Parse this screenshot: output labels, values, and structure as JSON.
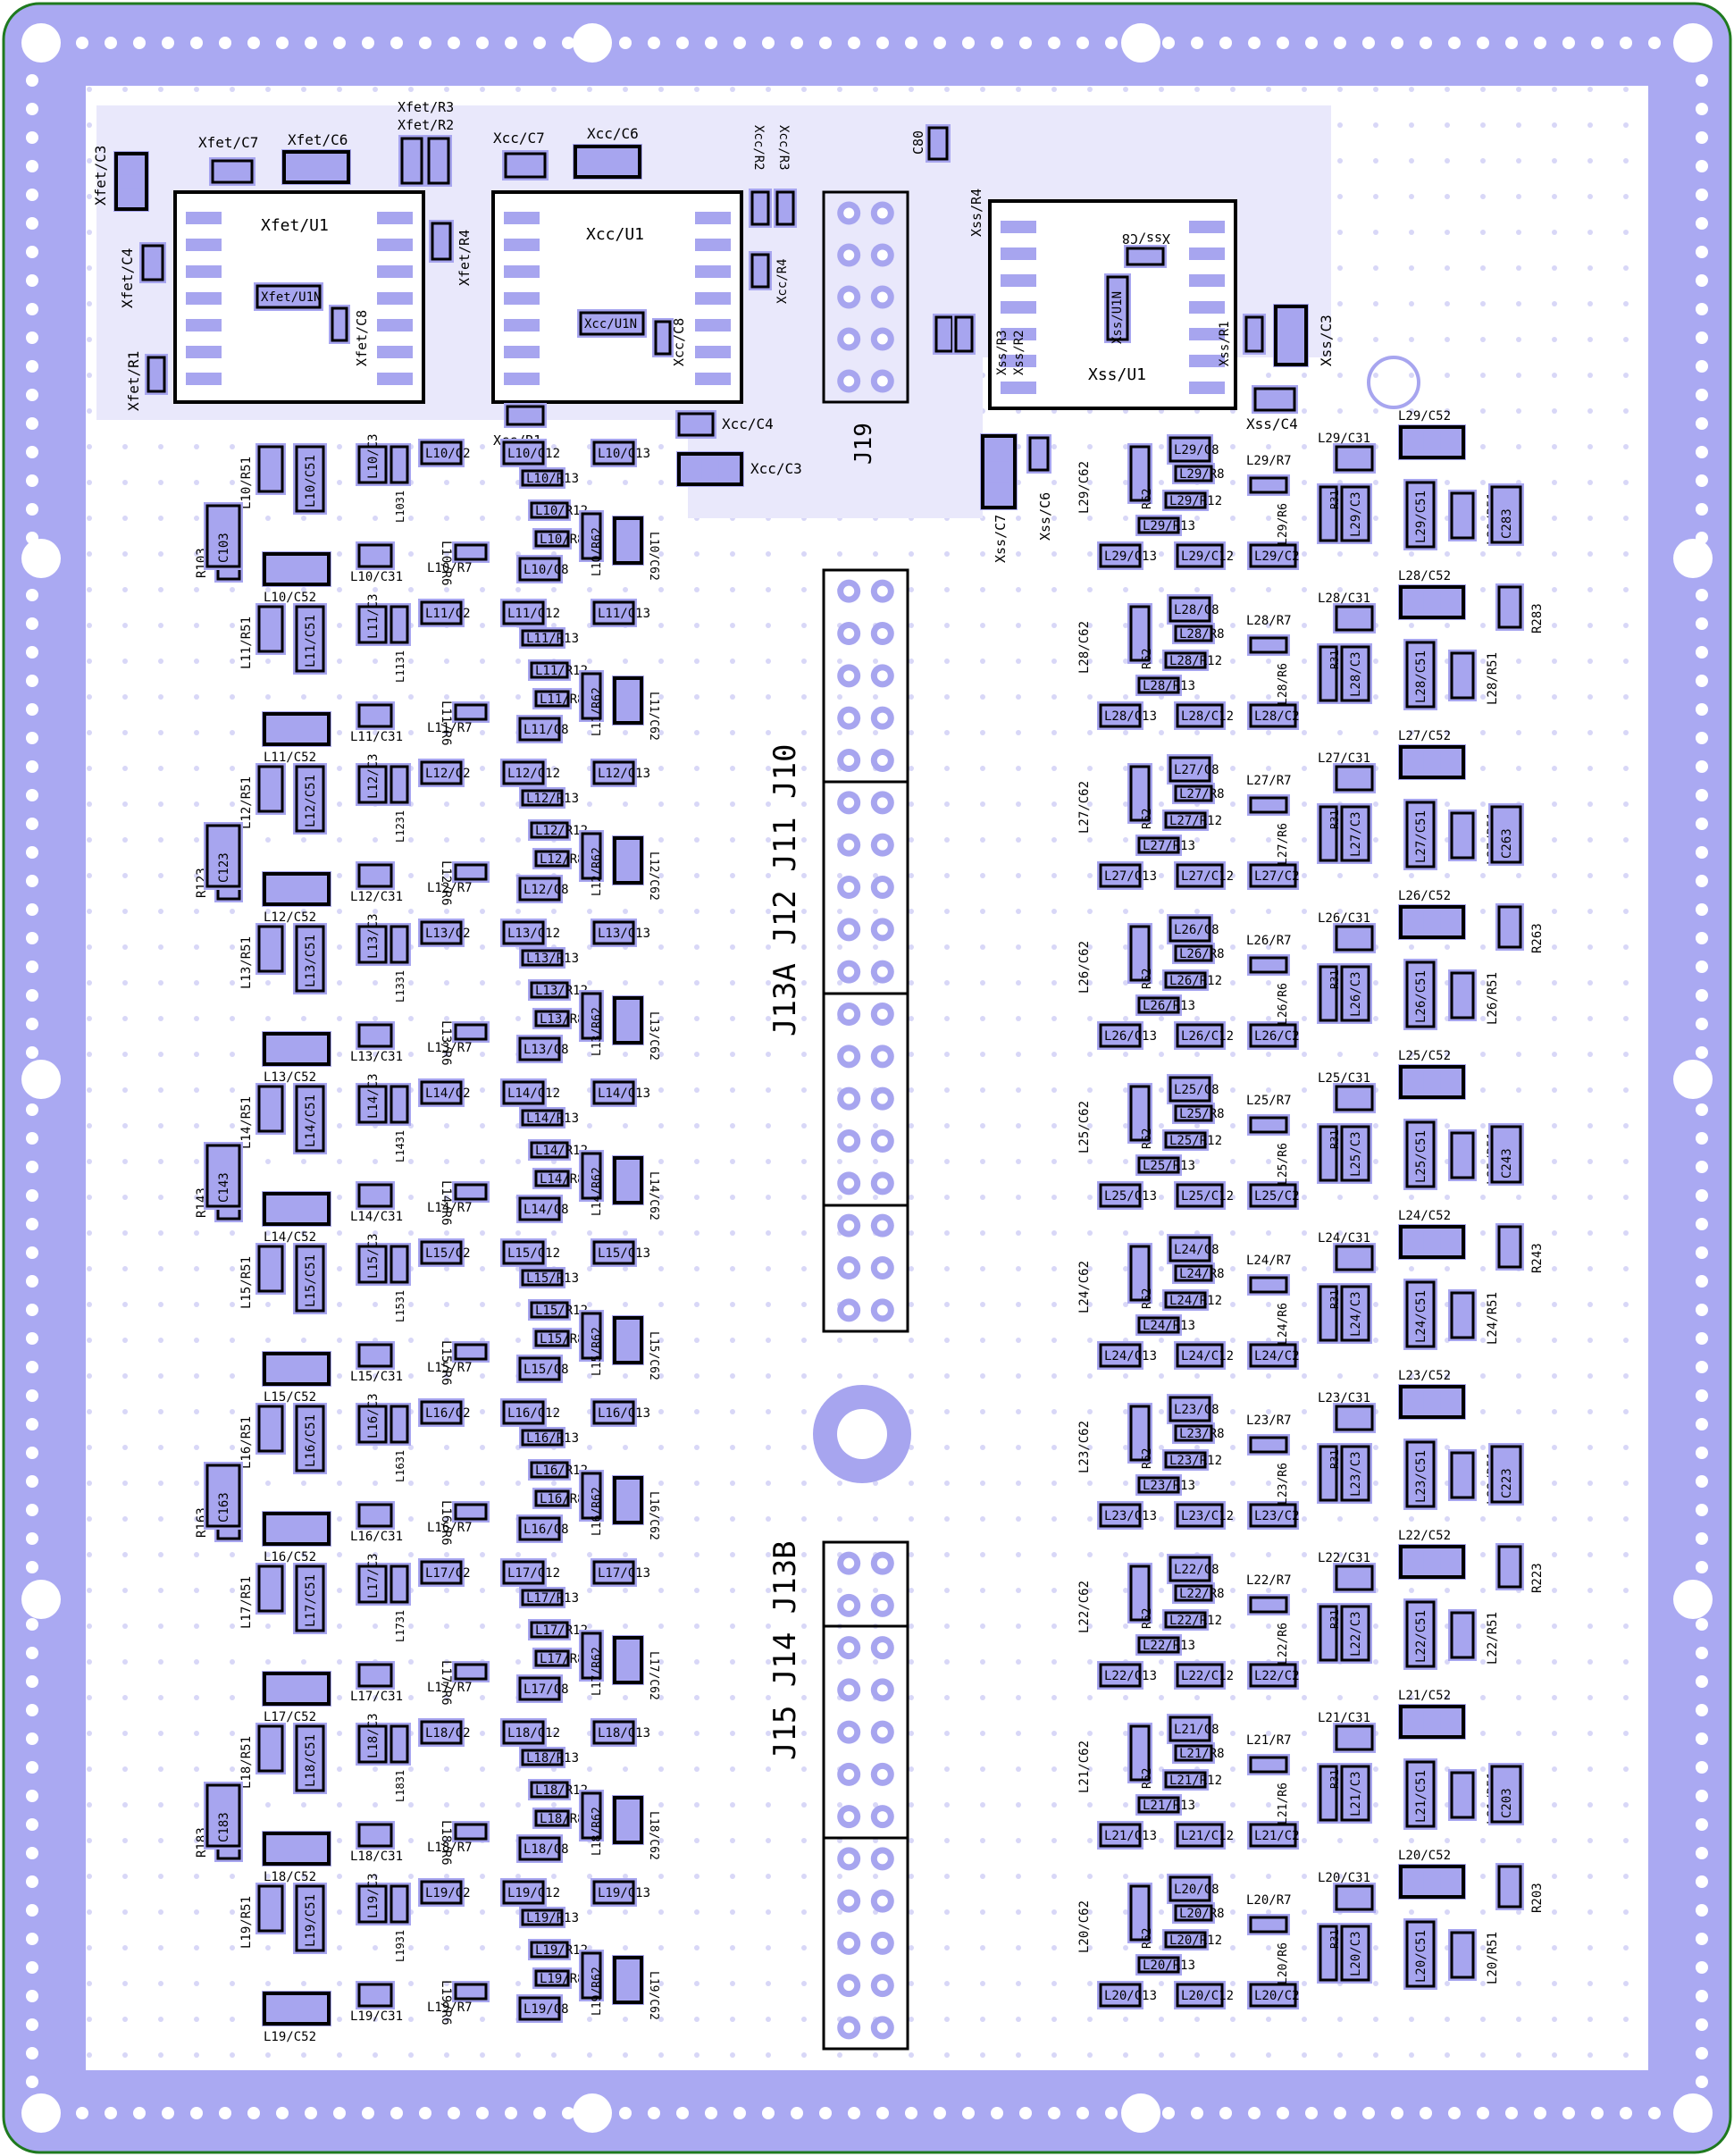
{
  "board": {
    "colors": {
      "frame": "#aaa9f2",
      "frame_border": "#1f7a1f",
      "pad": "#a7a5ef",
      "silk": "#000000",
      "hole": "#ffffff",
      "board_bg": "#ffffff",
      "shade": "#e9e8fb"
    }
  },
  "headers": {
    "j19": "J19",
    "upper_group": "J13A J12 J11 J10",
    "lower_group": "J15 J14 J13B"
  },
  "top_blocks": {
    "xfet": {
      "u1": "Xfet/U1",
      "u1n": "Xfet/U1N",
      "c3": "Xfet/C3",
      "c4": "Xfet/C4",
      "c6": "Xfet/C6",
      "c7": "Xfet/C7",
      "c8": "Xfet/C8",
      "r1": "Xfet/R1",
      "r2": "Xfet/R2",
      "r3": "Xfet/R3",
      "r4": "Xfet/R4"
    },
    "xcc": {
      "u1": "Xcc/U1",
      "u1n": "Xcc/U1N",
      "c3": "Xcc/C3",
      "c4": "Xcc/C4",
      "c6": "Xcc/C6",
      "c7": "Xcc/C7",
      "c8": "Xcc/C8",
      "r1": "Xcc/R1",
      "r2": "Xcc/R2",
      "r3": "Xcc/R3",
      "r4": "Xcc/R4"
    },
    "xss": {
      "u1": "Xss/U1",
      "u1n": "Xss/U1N",
      "c3": "Xss/C3",
      "c4": "Xss/C4",
      "c6": "Xss/C6",
      "c7": "Xss/C7",
      "c8": "Xss/C8",
      "r1": "Xss/R1",
      "r2": "Xss/R2",
      "r3": "Xss/R3",
      "r4": "Xss/R4"
    },
    "c80": "C80"
  },
  "left_channels": [
    {
      "id": "L10",
      "extra": "R103",
      "extra_cap": ""
    },
    {
      "id": "L11",
      "extra": "",
      "extra_cap": "C103"
    },
    {
      "id": "L12",
      "extra": "R123",
      "extra_cap": ""
    },
    {
      "id": "L13",
      "extra": "",
      "extra_cap": "C123"
    },
    {
      "id": "L14",
      "extra": "R143",
      "extra_cap": ""
    },
    {
      "id": "L15",
      "extra": "",
      "extra_cap": "C143"
    },
    {
      "id": "L16",
      "extra": "R163",
      "extra_cap": ""
    },
    {
      "id": "L17",
      "extra": "",
      "extra_cap": "C163"
    },
    {
      "id": "L18",
      "extra": "R183",
      "extra_cap": ""
    },
    {
      "id": "L19",
      "extra": "",
      "extra_cap": "C183"
    }
  ],
  "right_channels": [
    {
      "id": "L29",
      "extra": "",
      "extra_cap": "C283"
    },
    {
      "id": "L28",
      "extra": "R283",
      "extra_cap": ""
    },
    {
      "id": "L27",
      "extra": "",
      "extra_cap": "C263"
    },
    {
      "id": "L26",
      "extra": "R263",
      "extra_cap": ""
    },
    {
      "id": "L25",
      "extra": "",
      "extra_cap": "C243"
    },
    {
      "id": "L24",
      "extra": "R243",
      "extra_cap": ""
    },
    {
      "id": "L23",
      "extra": "",
      "extra_cap": "C223"
    },
    {
      "id": "L22",
      "extra": "R223",
      "extra_cap": ""
    },
    {
      "id": "L21",
      "extra": "",
      "extra_cap": "C203"
    },
    {
      "id": "L20",
      "extra": "R203",
      "extra_cap": ""
    }
  ],
  "channel_parts": {
    "c2": "C2",
    "c3": "C3",
    "c8": "C8",
    "c12": "C12",
    "c13": "C13",
    "c31": "C31",
    "c51": "C51",
    "c52": "C52",
    "c62": "C62",
    "r6": "R6",
    "r7": "R7",
    "r8": "R8",
    "r12": "R12",
    "r13": "R13",
    "r31": "R31",
    "r51": "R51",
    "r62": "R62"
  }
}
